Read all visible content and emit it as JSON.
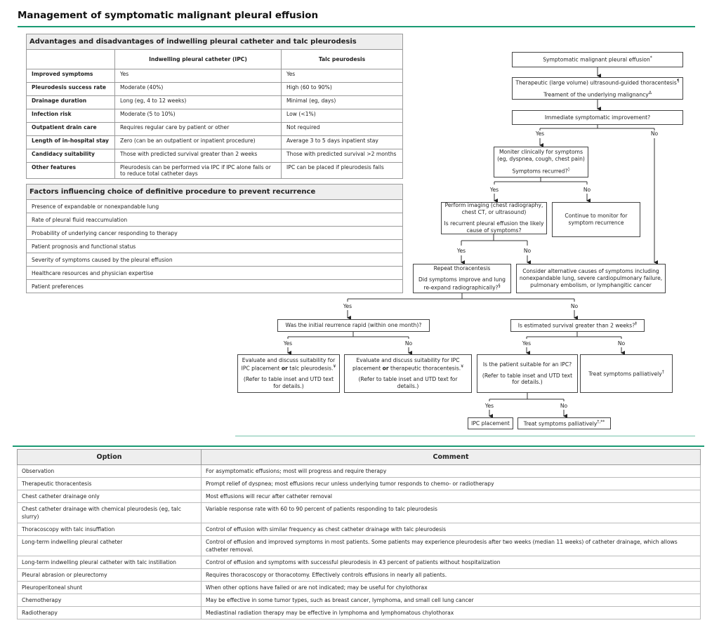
{
  "title": "Management of symptomatic malignant pleural effusion",
  "advantages": {
    "caption": "Advantages and disadvantages of indwelling pleural catheter and talc pleurodesis",
    "columns": [
      "",
      "Indwelling pleural catheter (IPC)",
      "Talc peurodesis"
    ],
    "rows": [
      [
        "Improved symptoms",
        "Yes",
        "Yes"
      ],
      [
        "Pleurodesis success rate",
        "Moderate (40%)",
        "High (60 to 90%)"
      ],
      [
        "Drainage duration",
        "Long (eg, 4 to 12 weeks)",
        "Minimal (eg, days)"
      ],
      [
        "Infection risk",
        "Moderate (5 to 10%)",
        "Low (<1%)"
      ],
      [
        "Outpatient drain care",
        "Requires regular care by patient or other",
        "Not required"
      ],
      [
        "Length of in-hospital stay",
        "Zero (can be an outpatient or inpatient procedure)",
        "Average 3 to 5 days inpatient stay"
      ],
      [
        "Candidacy suitability",
        "Those with predicted survival greater than 2 weeks",
        "Those with predicted survival >2 months"
      ],
      [
        "Other features",
        "Pleurodesis can be performed via IPC if IPC alone fails or to reduce total catheter days",
        "IPC can be placed if pleurodesis fails"
      ]
    ]
  },
  "factors": {
    "caption": "Factors influencing choice of definitive procedure to prevent recurrence",
    "items": [
      "Presence of expandable or nonexpandable lung",
      "Rate of pleural fluid reaccumulation",
      "Probability of underlying cancer responding to therapy",
      "Patient prognosis and functional status",
      "Severity of symptoms caused by the pleural effusion",
      "Healthcare resources and physician expertise",
      "Patient preferences"
    ]
  },
  "flow": {
    "b1": {
      "t": "Symptomatic malignant pleural effusion",
      "n": "*"
    },
    "b2a": {
      "t": "Therapeutic (large volume) ultrasound-guided thoracentesis",
      "n": "¶"
    },
    "b2b": {
      "t": "Treament of the underlying malignancy",
      "n": "Δ"
    },
    "b3": {
      "t": "Immediate symptomatic improvement?"
    },
    "b4a": {
      "t": "Moniter clinically for symptoms (eg, dyspnea, cough, chest pain)"
    },
    "b4b": {
      "t": "Symptoms recurred?",
      "n": "◊"
    },
    "b5a": {
      "t": "Perform imaging (chest radiography, chest CT, or ultrasound)"
    },
    "b5b": {
      "t": "Is recurrent pleural effusion the likely cause of symptoms?"
    },
    "b6": {
      "t": "Continue to monitor for symptom recurrence"
    },
    "b7a": {
      "t": "Repeat thoracentesis"
    },
    "b7b": {
      "t": "Did symptoms improve and lung re-expand radiographically?",
      "n": "§"
    },
    "b8": {
      "t": "Consider alternative causes of symptoms including nonexpandable lung, severe cardiopulmonary failure, pulmonary embolism, or lymphangitic cancer"
    },
    "b9": {
      "t": "Was the initial reurrence rapid (within one month)?"
    },
    "b10": {
      "t": "Is estimated survival greater than 2 weeks?",
      "n": "‡"
    },
    "b11a": {
      "t1": "Evaluate and discuss suitability for IPC placement ",
      "or": "or",
      "t2": " talc pleurodesis.",
      "n": "¥"
    },
    "b12a": {
      "t1": "Evaluate and discuss suitability for IPC placement ",
      "or": "or",
      "t2": " therapeutic thoracentesis.",
      "n": "¥"
    },
    "refer": "(Refer to table inset and UTD text for details.)",
    "b13a": {
      "t": "Is the patient suitable for an IPC?"
    },
    "b14": {
      "t": "Treat symptoms palliatively",
      "n": "†"
    },
    "b15": {
      "t": "IPC placement"
    },
    "b16": {
      "t": "Treat symptoms palliatively",
      "n": "†,**"
    },
    "yes": "Yes",
    "no": "No"
  },
  "options": {
    "columns": [
      "Option",
      "Comment"
    ],
    "rows": [
      [
        "Observation",
        "For asymptomatic effusions; most will progress and require therapy"
      ],
      [
        "Therapeutic thoracentesis",
        "Prompt relief of dyspnea; most effusions recur unless underlying tumor responds to chemo- or radiotherapy"
      ],
      [
        "Chest catheter drainage only",
        "Most effusions will recur after catheter removal"
      ],
      [
        "Chest catheter drainage with chemical pleurodesis (eg, talc slurry)",
        "Variable response rate with 60 to 90 percent of patients responding to talc pleurodesis"
      ],
      [
        "Thoracoscopy with talc insufflation",
        "Control of effusion with similar frequency as chest catheter drainage with talc pleurodesis"
      ],
      [
        "Long-term indwelling pleural catheter",
        "Control of effusion and improved symptoms in most patients. Some patients may experience pleurodesis after two weeks (median 11 weeks) of catheter drainage, which allows catheter removal."
      ],
      [
        "Long-term indwelling pleural catheter with talc instillation",
        "Control of effusion and symptoms with successful pleurodesis in 43 percent of patients without hospitalization"
      ],
      [
        "Pleural abrasion or pleurectomy",
        "Requires thoracoscopy or thoracotomy. Effectively controls effusions in nearly all patients."
      ],
      [
        "Pleuroperitoneal shunt",
        "When other options have failed or are not indicated; may be useful for chylothorax"
      ],
      [
        "Chemotherapy",
        "May be effective in some tumor types, such as breast cancer, lymphoma, and small cell lung cancer"
      ],
      [
        "Radiotherapy",
        "Mediastinal radiation therapy may be effective in lymphoma and lymphomatous chylothorax"
      ]
    ]
  },
  "colors": {
    "accent": "#1a9a73",
    "header_bg": "#eeeeee"
  }
}
